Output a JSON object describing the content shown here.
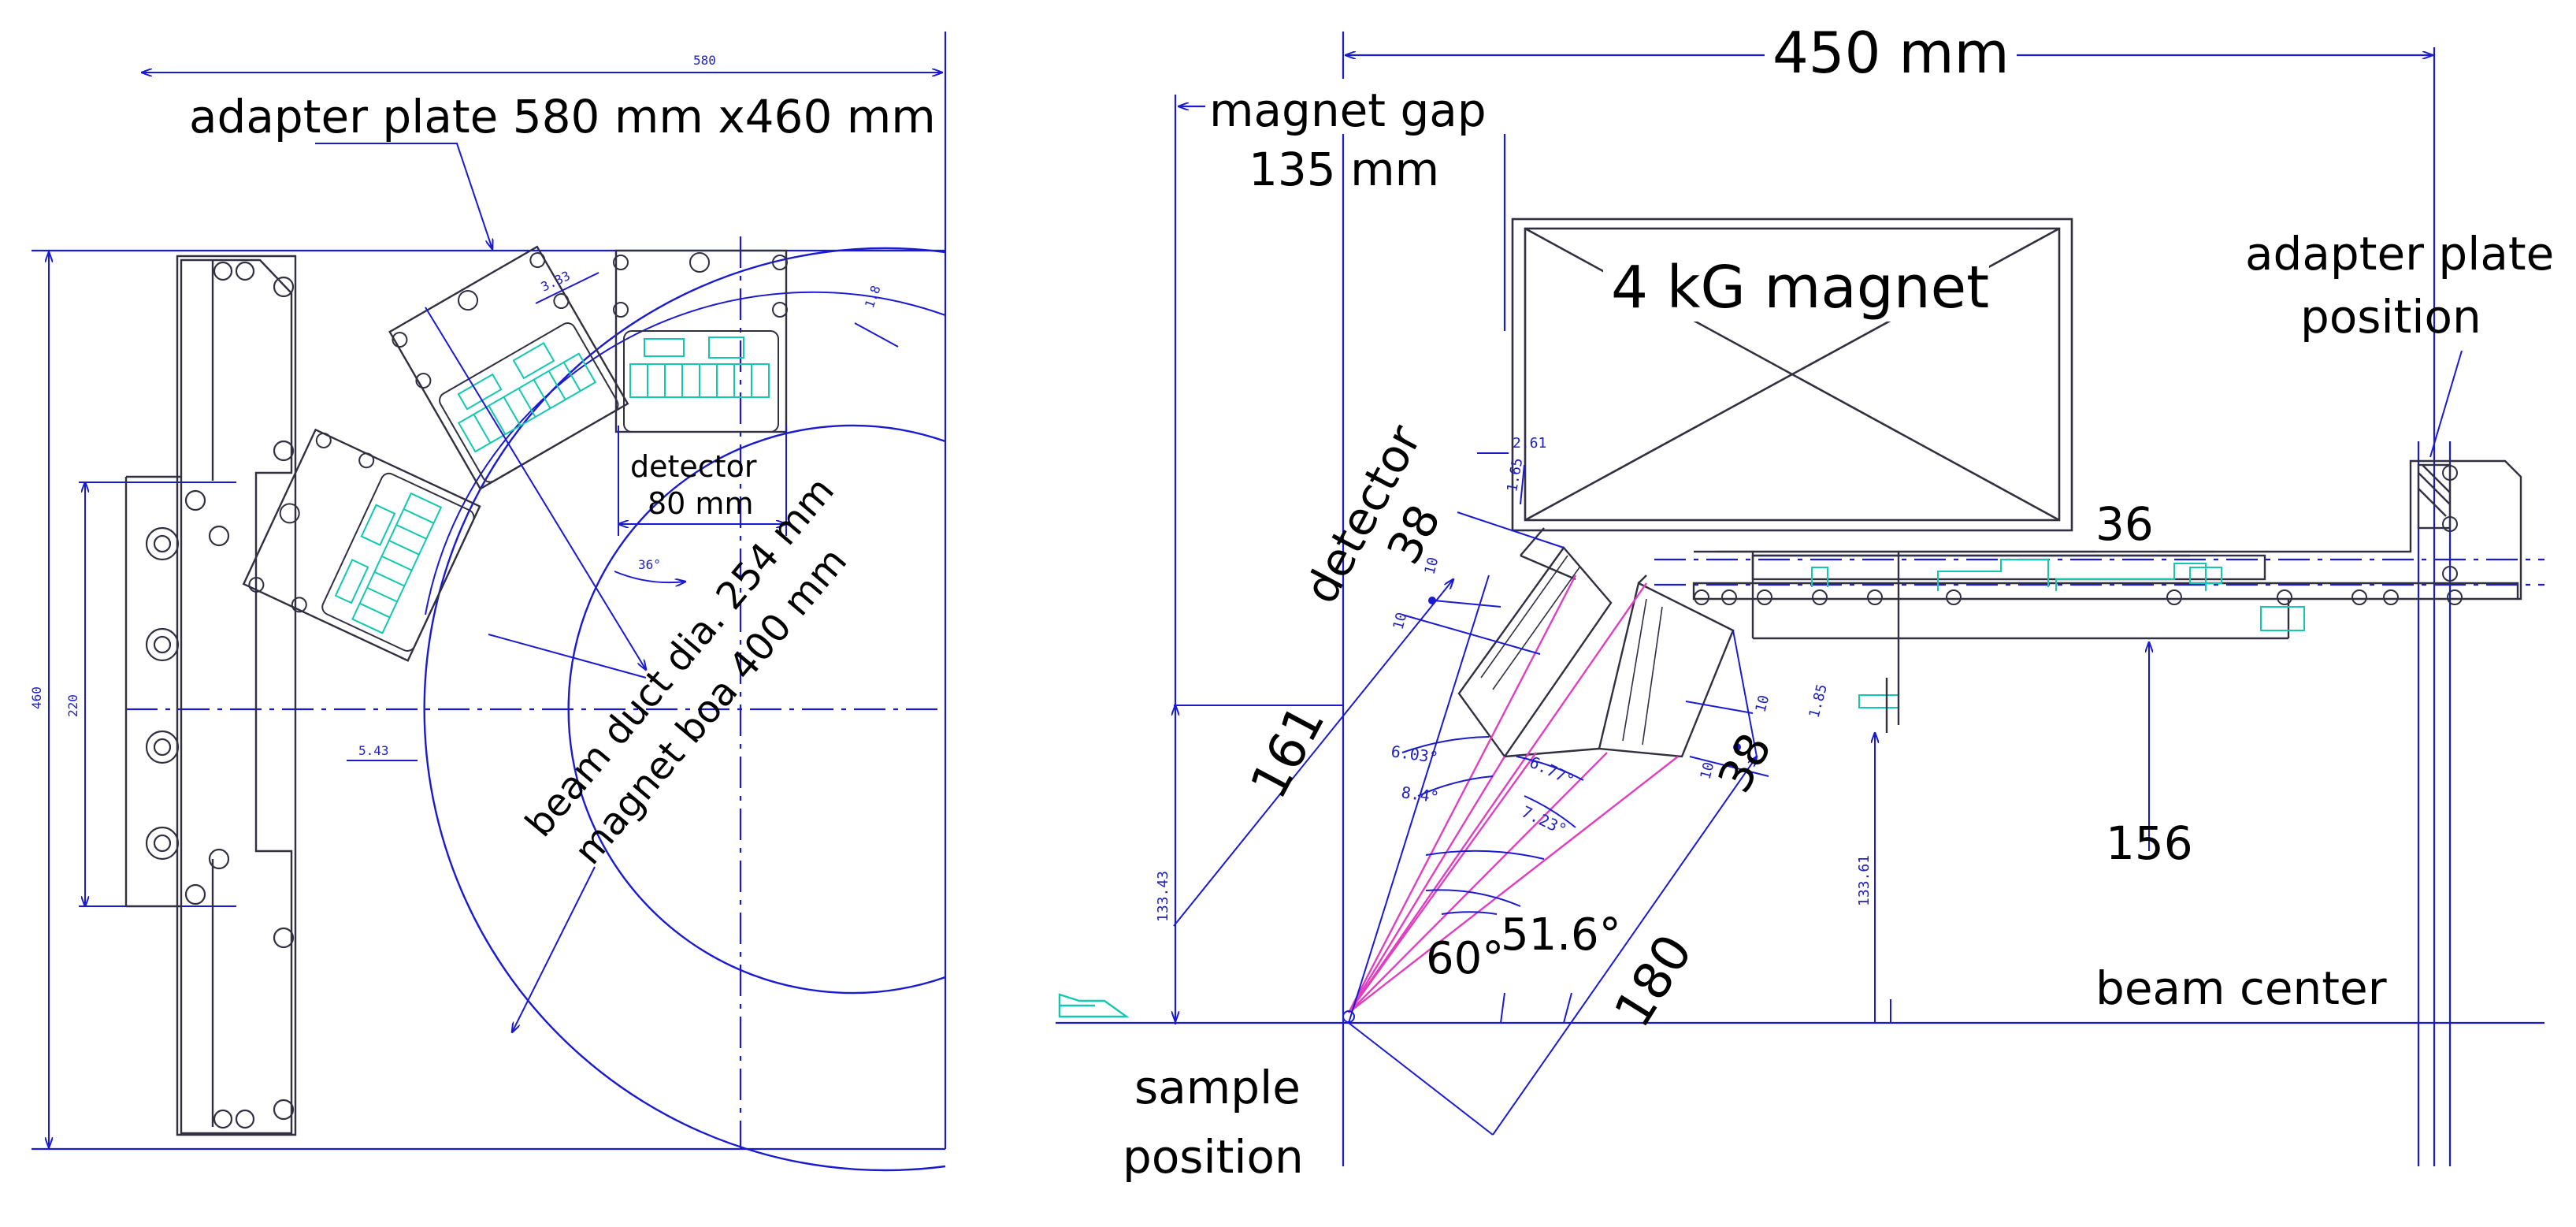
{
  "colors": {
    "dimension_line": "#1a1ad0",
    "part_outline": "#303040",
    "detector_element": "#12c8b0",
    "ray": "#e040c0",
    "text": "#000000"
  },
  "left_view": {
    "adapter_plate_label": "adapter plate 580 mm x460 mm",
    "dim_580": "580",
    "dim_460": "460",
    "dim_220": "220",
    "detector_label_line1": "detector",
    "detector_label_line2": "80 mm",
    "beam_duct_label": "beam duct dia. 254 mm",
    "magnet_bore_label": "magnet boa 400 mm",
    "dim_36deg": "36°",
    "dim_3_33": "3.33",
    "dim_1_8": "1.8",
    "dim_5_43": "5.43"
  },
  "right_view": {
    "dim_450": "450 mm",
    "magnet_gap_line1": "magnet gap",
    "magnet_gap_line2": "135 mm",
    "magnet_label": "4 kG magnet",
    "adapter_pos_line1": "adapter plate",
    "adapter_pos_line2": "position",
    "dim_2_61": "2.61",
    "dim_1_65": "1.65",
    "detector_label": "detector",
    "det_38_a": "38",
    "det_38_b": "38",
    "dim_36": "36",
    "dim_161": "161",
    "dim_180": "180",
    "dim_156": "156",
    "dim_133_43": "133.43",
    "dim_133_61": "133.61",
    "dim_1_85": "1.85",
    "dim_10_a": "10",
    "dim_10_b": "10",
    "dim_10_c": "10",
    "dim_10_d": "10",
    "angle_6_03": "6.03°",
    "angle_8_4": "8.4°",
    "angle_6_77": "6.77°",
    "angle_7_23": "7.23°",
    "angle_60": "60°",
    "angle_51_6": "51.6°",
    "beam_center": "beam center",
    "sample_line1": "sample",
    "sample_line2": "position"
  }
}
